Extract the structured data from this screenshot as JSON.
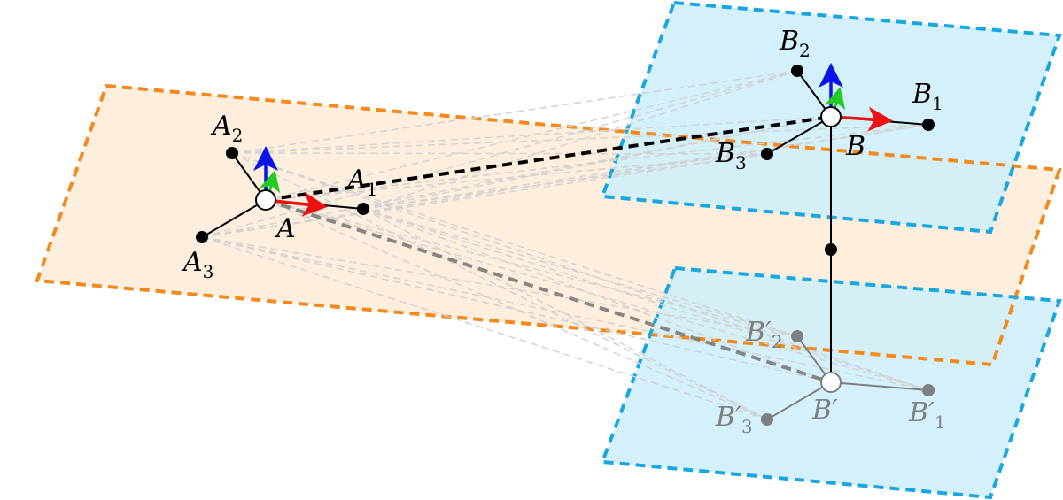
{
  "colors": {
    "plane_A_fill": "#fdeede",
    "plane_A_stroke": "#f28a1e",
    "plane_B_fill": "#d8f0fa",
    "plane_B_stroke": "#1aa7e0",
    "x_axis": "#ee1111",
    "y_axis": "#22cc22",
    "z_axis": "#0a14e6",
    "ghost_lines": "#d2d2d2",
    "primed": "#7f7f7f"
  },
  "labels": {
    "A": {
      "base": "A",
      "sub": ""
    },
    "A1": {
      "base": "A",
      "sub": "1"
    },
    "A2": {
      "base": "A",
      "sub": "2"
    },
    "A3": {
      "base": "A",
      "sub": "3"
    },
    "B": {
      "base": "B",
      "sub": ""
    },
    "B1": {
      "base": "B",
      "sub": "1"
    },
    "B2": {
      "base": "B",
      "sub": "2"
    },
    "B3": {
      "base": "B",
      "sub": "3"
    },
    "Bp": {
      "base": "B′",
      "sub": ""
    },
    "Bp1": {
      "base": "B′",
      "sub": "1"
    },
    "Bp2": {
      "base": "B′",
      "sub": "2"
    },
    "Bp3": {
      "base": "B′",
      "sub": "3"
    }
  }
}
